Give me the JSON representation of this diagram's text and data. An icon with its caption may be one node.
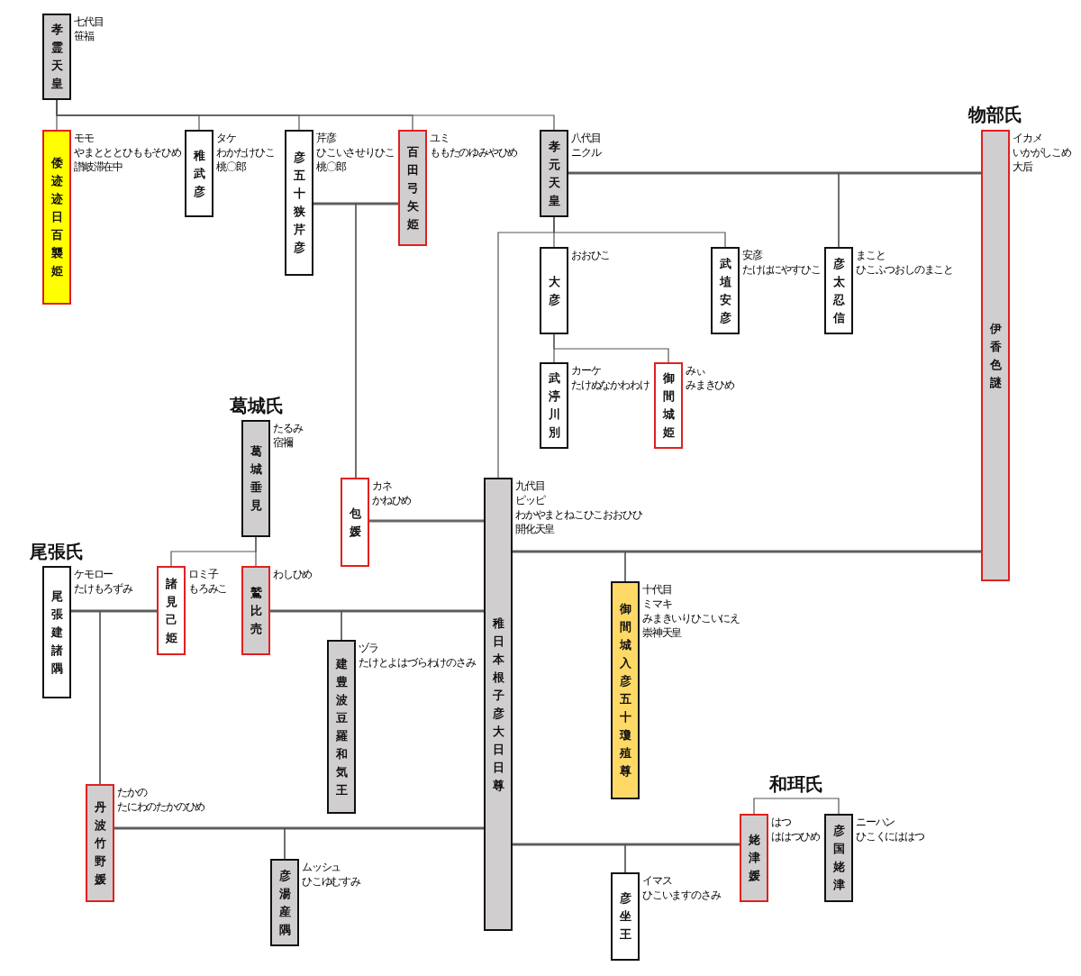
{
  "diagram": {
    "nodes": [
      {
        "text": [
          "孝霊天皇"
        ],
        "beside": [
          "七代目",
          "笹福"
        ]
      },
      {
        "text": [
          "倭迹迹日百襲姫"
        ],
        "beside": [
          "モモ",
          "やまとととひももそひめ",
          "讃岐滞在中"
        ]
      },
      {
        "text": [
          "稚武彦"
        ],
        "beside": [
          "タケ",
          "わかたけひこ",
          "桃〇郎"
        ]
      },
      {
        "text": [
          "彦五十狭芹彦"
        ],
        "beside": [
          "芹彦",
          "ひこいさせりひこ",
          "桃〇郎"
        ]
      },
      {
        "text": [
          "百田弓矢姫"
        ],
        "beside": [
          "ユミ",
          "ももたのゆみやひめ"
        ]
      },
      {
        "text": [
          "孝元天皇"
        ],
        "beside": [
          "八代目",
          "ニクル"
        ]
      },
      {
        "text": [
          "伊香色謎"
        ],
        "beside": [
          "イカメ",
          "いかがしこめ",
          "大后"
        ]
      },
      {
        "text": [
          "大彦"
        ],
        "beside": [
          "おおひこ"
        ]
      },
      {
        "text": [
          "武埴安彦"
        ],
        "beside": [
          "安彦",
          "たけはにやすひこ"
        ]
      },
      {
        "text": [
          "彦太忍信"
        ],
        "beside": [
          "まこと",
          "ひこふつおしのまこと"
        ]
      },
      {
        "text": [
          "武渟川別"
        ],
        "beside": [
          "カーケ",
          "たけぬなかわわけ"
        ]
      },
      {
        "text": [
          "御間城姫"
        ],
        "beside": [
          "みぃ",
          "みまきひめ"
        ]
      },
      {
        "text": [
          "葛城垂見"
        ],
        "beside": [
          "たるみ",
          "宿禰"
        ]
      },
      {
        "text": [
          "包媛"
        ],
        "beside": [
          "カネ",
          "かねひめ"
        ]
      },
      {
        "text": [
          "稚日本根子彦大日日尊"
        ],
        "beside": [
          "九代目",
          "ピッピ",
          "わかやまとねこひこおおひひ",
          "開化天皇"
        ]
      },
      {
        "text": [
          "尾張建諸隅"
        ],
        "beside": [
          "ケモロー",
          "たけもろずみ"
        ]
      },
      {
        "text": [
          "諸見己姫"
        ],
        "beside": [
          "ロミ子",
          "もろみこ"
        ]
      },
      {
        "text": [
          "鷲比売"
        ],
        "beside": [
          "わしひめ"
        ]
      },
      {
        "text": [
          "御間城入彦五十瓊殖尊"
        ],
        "beside": [
          "十代目",
          "ミマキ",
          "みまきいりひこいにえ",
          "崇神天皇"
        ]
      },
      {
        "text": [
          "建豊波豆羅和気王"
        ],
        "beside": [
          "ヅラ",
          "たけとよはづらわけのさみ"
        ]
      },
      {
        "text": [
          "丹波竹野媛"
        ],
        "beside": [
          "たかの",
          "たにわのたかのひめ"
        ]
      },
      {
        "text": [
          "彦湯産隅"
        ],
        "beside": [
          "ムッシュ",
          "ひこゆむすみ"
        ]
      },
      {
        "text": [
          "姥津媛"
        ],
        "beside": [
          "はつ",
          "ははつひめ"
        ]
      },
      {
        "text": [
          "彦国姥津"
        ],
        "beside": [
          "ニーハン",
          "ひこくにははつ"
        ]
      },
      {
        "text": [
          "彦坐王"
        ],
        "beside": [
          "イマス",
          "ひこいますのさみ"
        ]
      }
    ],
    "edges": [
      {
        "from": 0,
        "to": 1,
        "arrow": "none"
      },
      {
        "from": 0,
        "to": 2,
        "arrow": "none"
      },
      {
        "from": 0,
        "to": 3,
        "arrow": "none"
      },
      {
        "from": 0,
        "to": 4,
        "arrow": "none"
      },
      {
        "from": 0,
        "to": 5,
        "arrow": "none"
      },
      {
        "from": 3,
        "to": 4,
        "arrow": "none",
        "style": "thick"
      },
      {
        "from": 3,
        "to": 13,
        "arrow": "none"
      },
      {
        "from": 4,
        "to": 13,
        "arrow": "none"
      },
      {
        "from": 5,
        "to": 6,
        "arrow": "none",
        "style": "thick"
      },
      {
        "from": 5,
        "to": 9,
        "arrow": "none"
      },
      {
        "from": 6,
        "to": 9,
        "arrow": "none"
      },
      {
        "from": 5,
        "to": 7,
        "arrow": "none"
      },
      {
        "from": 5,
        "to": 8,
        "arrow": "none"
      },
      {
        "from": 5,
        "to": 14,
        "arrow": "none"
      },
      {
        "from": 7,
        "to": 10,
        "arrow": "none"
      },
      {
        "from": 7,
        "to": 11,
        "arrow": "none"
      },
      {
        "from": 13,
        "to": 14,
        "arrow": "none",
        "style": "thick"
      },
      {
        "from": 14,
        "to": 6,
        "arrow": "none",
        "style": "thick"
      },
      {
        "from": 14,
        "to": 18,
        "arrow": "none"
      },
      {
        "from": 6,
        "to": 18,
        "arrow": "none"
      },
      {
        "from": 12,
        "to": 16,
        "arrow": "none"
      },
      {
        "from": 12,
        "to": 17,
        "arrow": "none"
      },
      {
        "from": 15,
        "to": 16,
        "arrow": "none",
        "style": "thick"
      },
      {
        "from": 15,
        "to": 20,
        "arrow": "none"
      },
      {
        "from": 16,
        "to": 20,
        "arrow": "none"
      },
      {
        "from": 17,
        "to": 14,
        "arrow": "none",
        "style": "thick"
      },
      {
        "from": 17,
        "to": 19,
        "arrow": "none"
      },
      {
        "from": 14,
        "to": 19,
        "arrow": "none"
      },
      {
        "from": 20,
        "to": 14,
        "arrow": "none",
        "style": "thick"
      },
      {
        "from": 20,
        "to": 21,
        "arrow": "none"
      },
      {
        "from": 14,
        "to": 21,
        "arrow": "none"
      },
      {
        "from": 14,
        "to": 22,
        "arrow": "none",
        "style": "thick"
      },
      {
        "from": 14,
        "to": 24,
        "arrow": "none"
      },
      {
        "from": 22,
        "to": 24,
        "arrow": "none"
      },
      {
        "from": 22,
        "to": 23,
        "arrow": "none"
      }
    ],
    "labels": [
      "物部氏",
      "葛城氏",
      "尾張氏",
      "和珥氏"
    ]
  }
}
